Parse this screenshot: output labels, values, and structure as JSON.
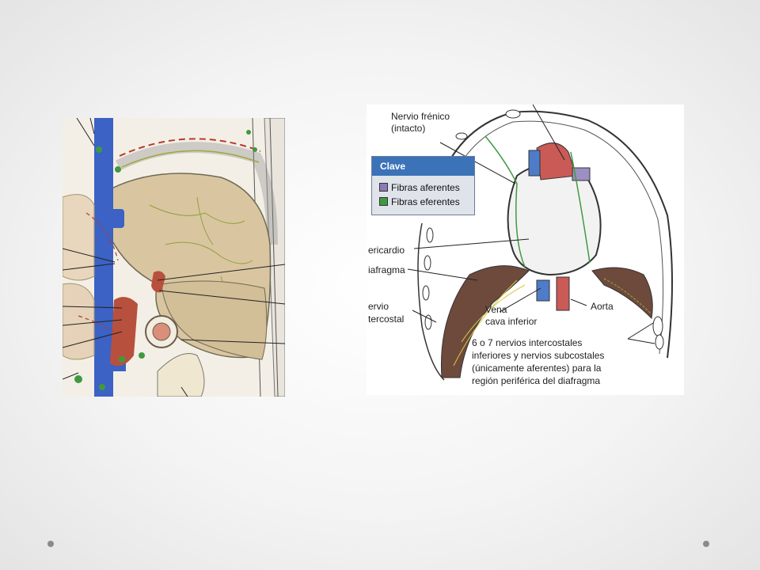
{
  "legend": {
    "title": "Clave",
    "items": [
      {
        "label": "Fibras aferentes",
        "color": "#8a7ab5"
      },
      {
        "label": "Fibras eferentes",
        "color": "#3f9a3f"
      }
    ]
  },
  "labels": {
    "phrenic": "Nervio frénico",
    "phrenic_sub": "(intacto)",
    "pericardium": "ericardio",
    "diaphragm": "iafragma",
    "intercostal_1": "ervio",
    "intercostal_2": "tercostal",
    "vena_1": "Vena",
    "vena_2": "cava inferior",
    "aorta": "Aorta",
    "nerves_1": "6 o 7 nervios intercostales",
    "nerves_2": "inferiores y nervios subcostales",
    "nerves_3": "(únicamente aferentes) para la",
    "nerves_4": "región periférica del diafragma"
  },
  "colors": {
    "liver": "#d9c6a0",
    "vein": "#3b62c4",
    "artery": "#b8503e",
    "diaphragm_muscle": "#6e4a3c",
    "nerve": "#9aaa3c",
    "legend_header": "#3c73b8"
  }
}
